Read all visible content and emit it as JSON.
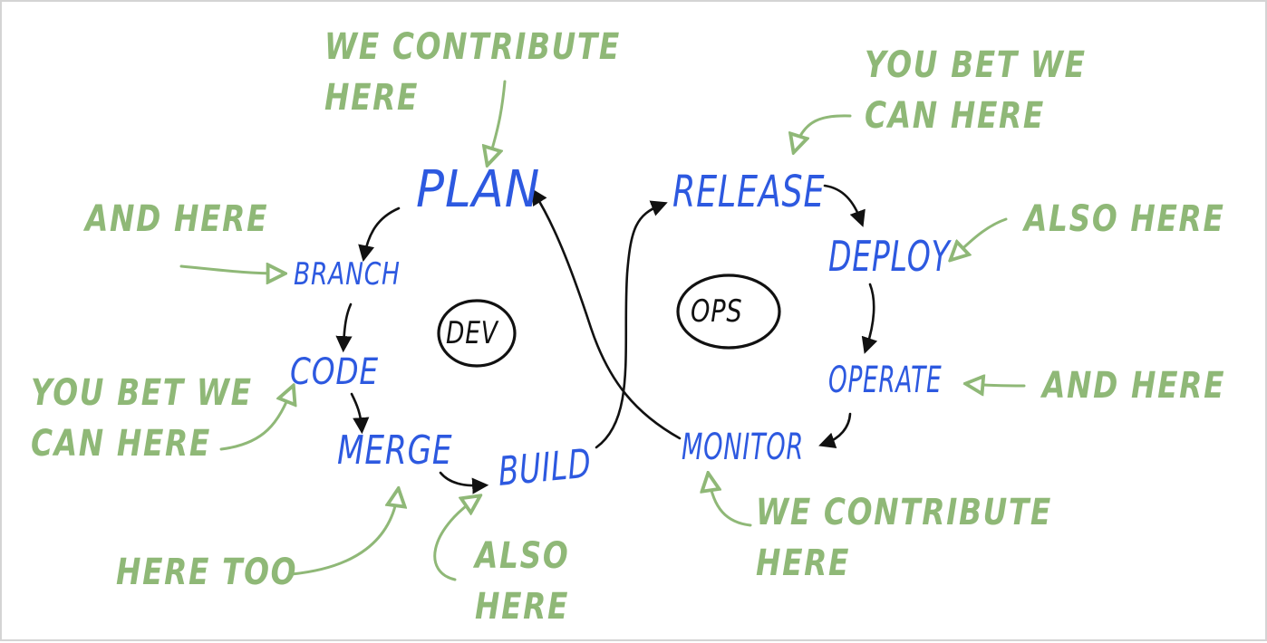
{
  "stages": {
    "plan": "PLAN",
    "branch": "BRANCH",
    "code": "CODE",
    "merge": "MERGE",
    "build": "BUILD",
    "release": "RELEASE",
    "deploy": "DEPLOY",
    "operate": "OPERATE",
    "monitor": "MONITOR"
  },
  "loops": {
    "dev": "DEV",
    "ops": "OPS"
  },
  "notes": {
    "plan": [
      "WE CONTRIBUTE",
      "HERE"
    ],
    "branch": [
      "AND HERE"
    ],
    "code": [
      "YOU BET WE",
      "CAN HERE"
    ],
    "merge": [
      "HERE TOO"
    ],
    "build": [
      "ALSO",
      "HERE"
    ],
    "release": [
      "YOU BET WE",
      "CAN HERE"
    ],
    "deploy": [
      "ALSO HERE"
    ],
    "operate": [
      "AND HERE"
    ],
    "monitor": [
      "WE CONTRIBUTE",
      "HERE"
    ]
  },
  "colors": {
    "stage": "#2d59e0",
    "note": "#8fb877",
    "arrow": "#111111"
  }
}
